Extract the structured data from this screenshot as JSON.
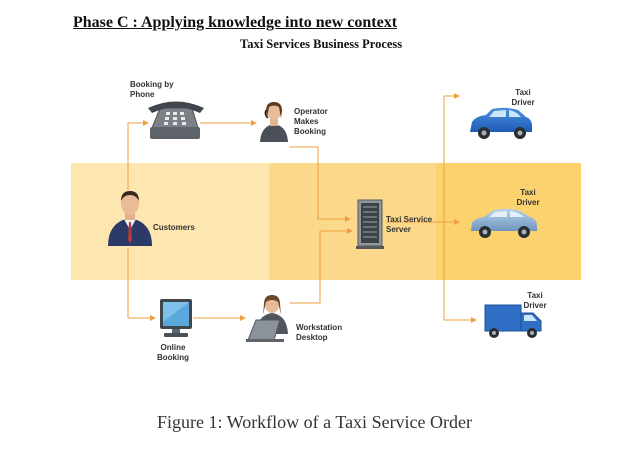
{
  "heading": "Phase C : Applying knowledge into new context",
  "subtitle": "Taxi Services Business Process",
  "nodes": {
    "booking_by_phone": [
      "Booking by",
      "Phone"
    ],
    "operator": [
      "Operator",
      "Makes",
      "Booking"
    ],
    "customers": [
      "Customers"
    ],
    "server": [
      "Taxi Service",
      "Server"
    ],
    "online_booking": [
      "Online",
      "Booking"
    ],
    "workstation": [
      "Workstation",
      "Desktop"
    ],
    "driver_top": [
      "Taxi",
      "Driver"
    ],
    "driver_middle": [
      "Taxi",
      "Driver"
    ],
    "driver_bottom": [
      "Taxi",
      "Driver"
    ]
  },
  "caption": "Figure 1: Workflow of a Taxi Service Order",
  "colors": {
    "band_light": "#fde6b0",
    "band_mid": "#fcd98a",
    "band_dark": "#fbd26d",
    "arrow": "#f0a040"
  }
}
